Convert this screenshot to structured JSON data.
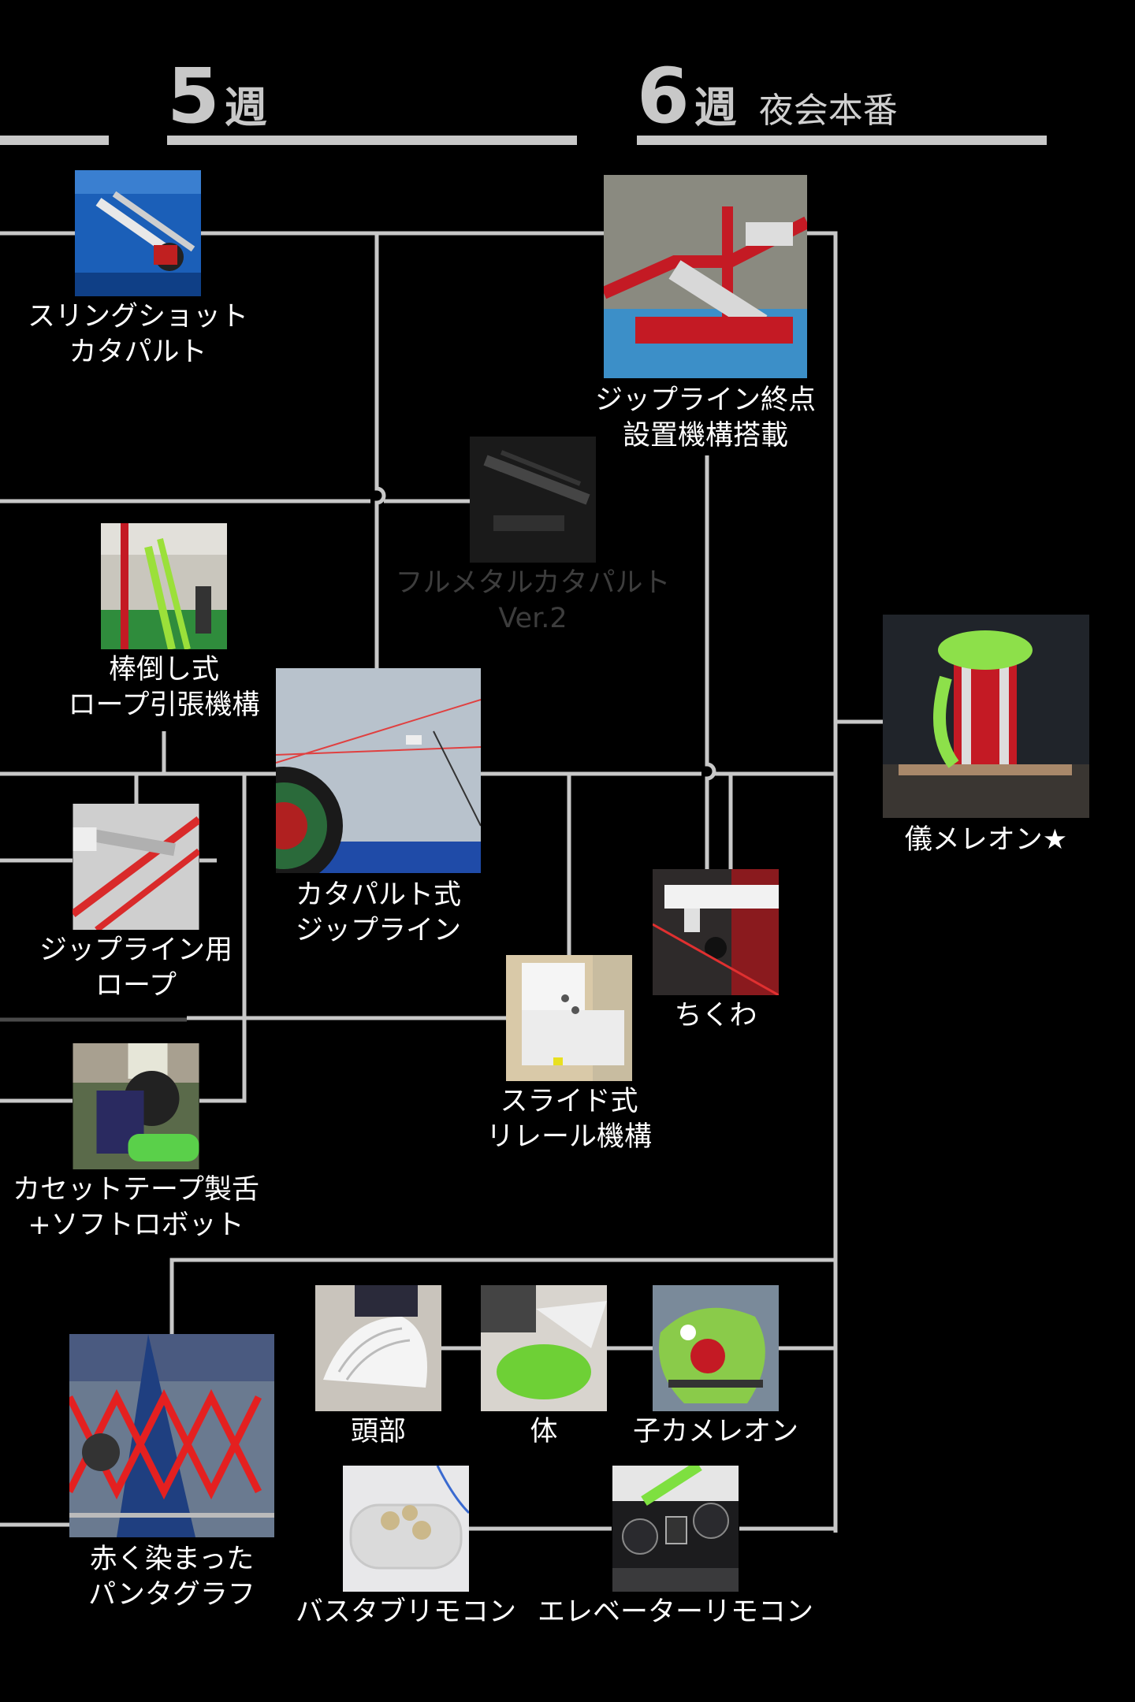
{
  "header": {
    "week5": {
      "num": "5",
      "unit": "週"
    },
    "week6": {
      "num": "6",
      "unit": "週",
      "sub": "夜会本番"
    }
  },
  "colors": {
    "background": "#000000",
    "line": "#c8c8c8",
    "text": "#ffffff",
    "faded_text": "#3d3d3d"
  },
  "nodes": {
    "slingshot": {
      "lines": [
        "スリングショット",
        "カタパルト"
      ]
    },
    "zipend": {
      "lines": [
        "ジップライン終点",
        "設置機構搭載"
      ]
    },
    "fullmetal": {
      "lines": [
        "フルメタルカタパルト",
        "Ver.2"
      ]
    },
    "bou": {
      "lines": [
        "棒倒し式",
        "ロープ引張機構"
      ]
    },
    "catzip": {
      "lines": [
        "カタパルト式",
        "ジップライン"
      ]
    },
    "ziprope": {
      "lines": [
        "ジップライン用",
        "ロープ"
      ]
    },
    "chikuwa": {
      "lines": [
        "ちくわ"
      ]
    },
    "slide": {
      "lines": [
        "スライド式",
        "リレール機構"
      ]
    },
    "cassette": {
      "lines": [
        "カセットテープ製舌",
        "+ソフトロボット"
      ]
    },
    "gimel": {
      "lines": [
        "儀メレオン★"
      ]
    },
    "head": {
      "lines": [
        "頭部"
      ]
    },
    "body": {
      "lines": [
        "体"
      ]
    },
    "kokame": {
      "lines": [
        "子カメレオン"
      ]
    },
    "panta": {
      "lines": [
        "赤く染まった",
        "パンタグラフ"
      ]
    },
    "bath": {
      "lines": [
        "バスタブリモコン"
      ]
    },
    "elev": {
      "lines": [
        "エレベーターリモコン"
      ]
    }
  }
}
